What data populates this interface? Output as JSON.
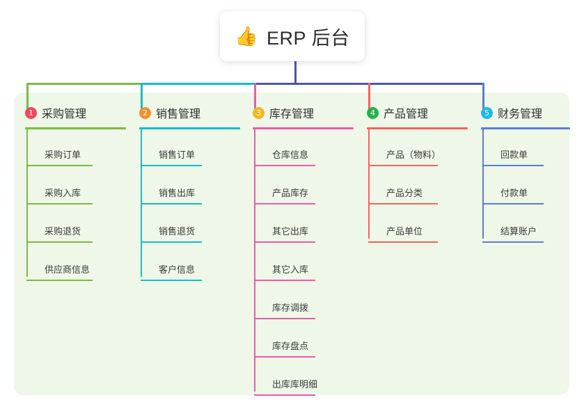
{
  "title": {
    "icon": "thumbs-up-icon",
    "emoji": "👍",
    "text": "ERP 后台"
  },
  "theme": {
    "page_bg": "#ffffff",
    "panel_bg": "#eef7e8",
    "card_bg": "#ffffff",
    "title_color": "#2b2b2b",
    "leaf_text_color": "#3a3a3a",
    "trunk_color": "#4b55b5"
  },
  "columns": [
    {
      "number": "1",
      "label": "采购管理",
      "badge_color": "#f0465e",
      "line_color": "#7cba43",
      "items": [
        {
          "label": "采购订单"
        },
        {
          "label": "采购入库"
        },
        {
          "label": "采购退货"
        },
        {
          "label": "供应商信息"
        }
      ]
    },
    {
      "number": "2",
      "label": "销售管理",
      "badge_color": "#f5902b",
      "line_color": "#18bcc4",
      "items": [
        {
          "label": "销售订单"
        },
        {
          "label": "销售出库"
        },
        {
          "label": "销售退货"
        },
        {
          "label": "客户信息"
        }
      ]
    },
    {
      "number": "3",
      "label": "库存管理",
      "badge_color": "#f5b722",
      "line_color": "#ef5ba8",
      "items": [
        {
          "label": "仓库信息"
        },
        {
          "label": "产品库存"
        },
        {
          "label": "其它出库"
        },
        {
          "label": "其它入库"
        },
        {
          "label": "库存调拨"
        },
        {
          "label": "库存盘点"
        },
        {
          "label": "出库库明细"
        }
      ]
    },
    {
      "number": "4",
      "label": "产品管理",
      "badge_color": "#27b24a",
      "line_color": "#f4645c",
      "items": [
        {
          "label": "产品（物料）"
        },
        {
          "label": "产品分类"
        },
        {
          "label": "产品单位"
        }
      ]
    },
    {
      "number": "5",
      "label": "财务管理",
      "badge_color": "#1eb7e8",
      "line_color": "#5b7cd6",
      "items": [
        {
          "label": "回款单"
        },
        {
          "label": "付款单"
        },
        {
          "label": "结算账户"
        }
      ]
    }
  ]
}
